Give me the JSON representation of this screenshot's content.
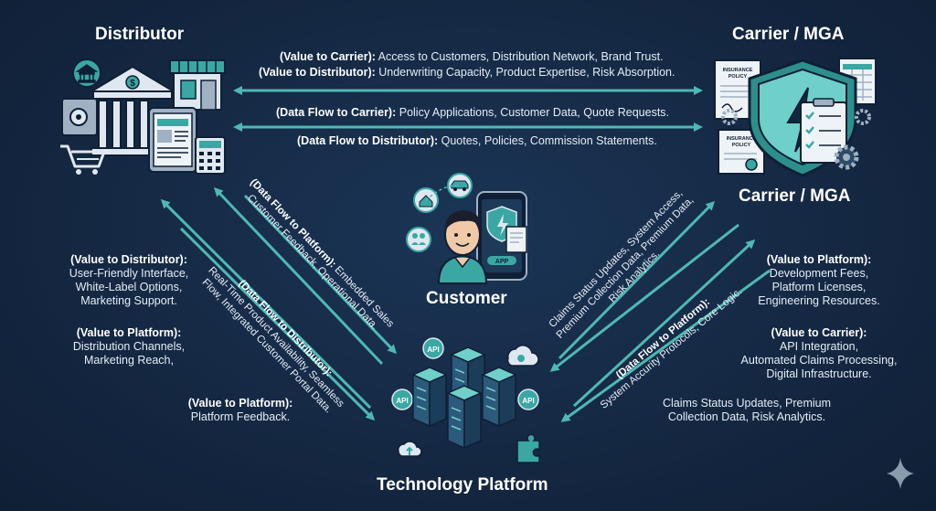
{
  "nodes": {
    "distributor": "Distributor",
    "carrier_top": "Carrier / MGA",
    "carrier_mid": "Carrier / MGA",
    "customer": "Customer",
    "platform": "Technology Platform"
  },
  "top_flows": [
    {
      "label": "(Value to Carrier):",
      "text": " Access to Customers, Distribution Network, Brand Trust."
    },
    {
      "label": "(Value to Distributor):",
      "text": " Underwriting Capacity, Product Expertise, Risk Absorption."
    },
    {
      "label": "(Data Flow to Carrier):",
      "text": " Policy Applications, Customer Data, Quote Requests."
    },
    {
      "label": "(Data Flow to Distributor):",
      "text": " Quotes, Policies, Commission Statements."
    }
  ],
  "left_blocks": {
    "value_to_distributor": {
      "label": "(Value to Distributor):",
      "lines": [
        "User-Friendly Interface,",
        "White-Label Options,",
        "Marketing Support."
      ]
    },
    "value_to_platform": {
      "label": "(Value to Platform):",
      "lines": [
        "Distribution Channels,",
        "Marketing Reach,"
      ]
    },
    "value_to_platform_2": {
      "label": "(Value to Platform):",
      "lines": [
        "Platform Feedback."
      ]
    }
  },
  "right_blocks": {
    "value_to_platform": {
      "label": "(Value to Platform):",
      "lines": [
        "Development Fees,",
        "Platform Licenses,",
        "Engineering Resources."
      ]
    },
    "value_to_carrier": {
      "label": "(Value to Carrier):",
      "lines": [
        "API Integration,",
        "Automated Claims Processing,",
        "Digital Infrastructure."
      ]
    },
    "claims": {
      "lines": [
        "Claims Status Updates, Premium",
        "Collection Data, Risk Analytics."
      ]
    }
  },
  "diagonal": {
    "left_upper": {
      "label": "(Data Flow to Platform):",
      "lines": [
        " Embedded Sales",
        "Customer Feedback, Operational Data."
      ]
    },
    "left_lower": {
      "label": "(Data Flow to Distributor):",
      "lines": [
        "Real-Time Product Availability, Seamless",
        "Flow, Integrated Customer Portal Data."
      ]
    },
    "right_upper": {
      "lines": [
        "Claims Status Updates, System Access,",
        "Premium Collection Data, Premium Data,",
        "Risk Analytics."
      ]
    },
    "right_lower": {
      "label": "(Data Flow to Platform):",
      "lines": [
        "System Accurity Protocols, Core Logic."
      ]
    }
  },
  "icons": {
    "distributor": "bank-and-storefront-icon",
    "carrier": "shield-and-policy-icon",
    "customer": "customer-with-phone-icon",
    "platform": "server-cluster-api-icon",
    "sparkle": "sparkle-icon",
    "api": "API",
    "app": "APP",
    "policy": "INSURANCE POLICY"
  },
  "colors": {
    "background": "#152a44",
    "arrow": "#4fb8b3",
    "accent": "#3aa7a3"
  }
}
